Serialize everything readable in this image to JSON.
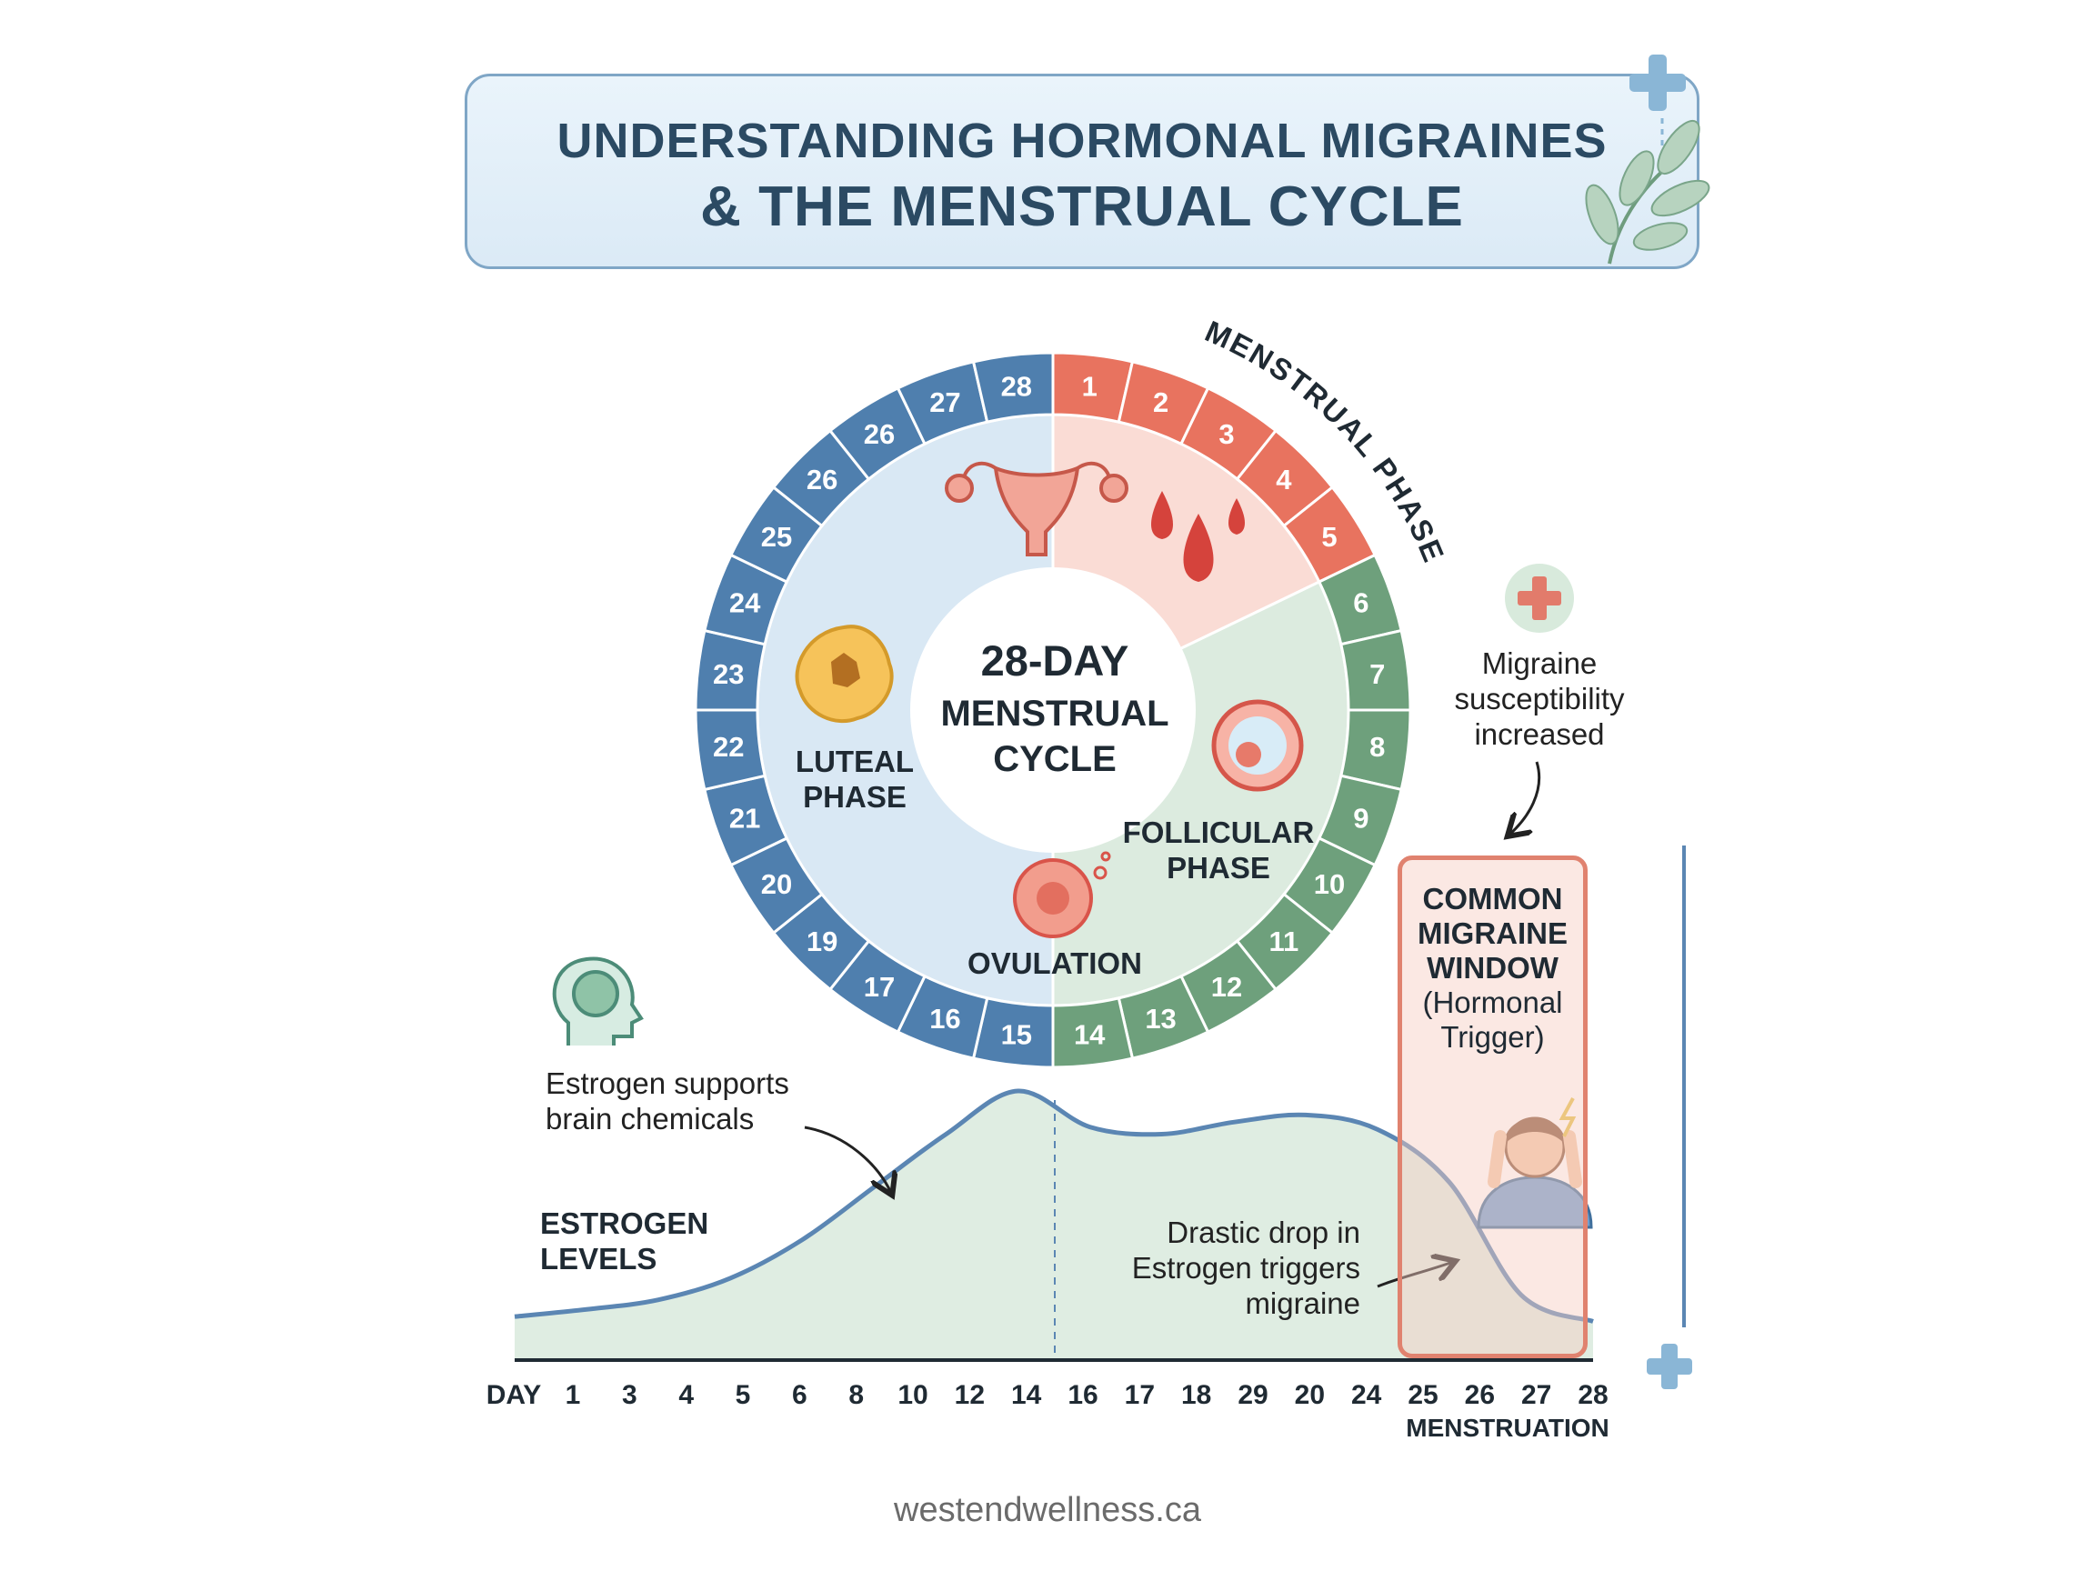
{
  "title": {
    "line1": "UNDERSTANDING HORMONAL MIGRAINES",
    "line2": "& THE MENSTRUAL CYCLE"
  },
  "cycle": {
    "center_line1": "28-DAY",
    "center_line2": "MENSTRUAL",
    "center_line3": "CYCLE",
    "menstrual_phase_label": "MENSTRUAL PHASE",
    "follicular_line1": "FOLLICULAR",
    "follicular_line2": "PHASE",
    "luteal_line1": "LUTEAL",
    "luteal_line2": "PHASE",
    "ovulation_label": "OVULATION",
    "day_labels": [
      "1",
      "2",
      "3",
      "4",
      "5",
      "6",
      "7",
      "8",
      "9",
      "10",
      "11",
      "12",
      "13",
      "14",
      "15",
      "16",
      "17",
      "19",
      "20",
      "21",
      "22",
      "23",
      "24",
      "25",
      "26",
      "26",
      "27",
      "28"
    ],
    "colors": {
      "menstrual": "#e8735f",
      "follicular": "#6ea07c",
      "luteal": "#4f7fae",
      "menstrual_fill": "#fadcd5",
      "follicular_fill": "#dcebdf",
      "luteal_fill": "#d9e8f4"
    }
  },
  "susceptibility": {
    "line1": "Migraine",
    "line2": "susceptibility",
    "line3": "increased",
    "icon": "plus-icon"
  },
  "window": {
    "line1": "COMMON",
    "line2": "MIGRAINE",
    "line3": "WINDOW",
    "line4": "(Hormonal",
    "line5": "Trigger)"
  },
  "annotations": {
    "estrogen_support_line1": "Estrogen supports",
    "estrogen_support_line2": "brain chemicals",
    "estrogen_levels_line1": "ESTROGEN",
    "estrogen_levels_line2": "LEVELS",
    "drop_line1": "Drastic drop in",
    "drop_line2": "Estrogen triggers",
    "drop_line3": "migraine"
  },
  "chart_data": {
    "type": "area",
    "series": [
      {
        "name": "ESTROGEN LEVELS",
        "values": [
          0.06,
          0.09,
          0.13,
          0.22,
          0.38,
          0.6,
          0.82,
          1.0,
          0.85,
          0.82,
          0.87,
          0.9,
          0.84,
          0.62,
          0.15,
          0.04
        ]
      }
    ],
    "x_tick_prefix": "DAY",
    "x_ticks": [
      "1",
      "3",
      "4",
      "5",
      "6",
      "8",
      "10",
      "12",
      "14",
      "16",
      "17",
      "18",
      "29",
      "20",
      "24",
      "25",
      "26",
      "27",
      "28"
    ],
    "x_sublabel": "MENSTRUATION",
    "ylabel": "",
    "grid": false,
    "colors": {
      "line": "#5b86b3",
      "fill": "#dcebdf"
    }
  },
  "footer": "westendwellness.ca"
}
